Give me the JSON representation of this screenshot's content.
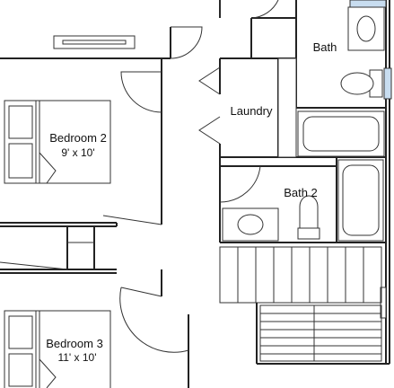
{
  "rooms": {
    "bedroom2": {
      "name": "Bedroom 2",
      "dims": "9' x 10'"
    },
    "bedroom3": {
      "name": "Bedroom 3",
      "dims": "11' x 10'"
    },
    "bath": {
      "name": "Bath"
    },
    "bath2": {
      "name": "Bath 2"
    },
    "laundry": {
      "name": "Laundry"
    }
  },
  "colors": {
    "wall": "#222222",
    "window_accent": "#c8ddf0",
    "background": "#ffffff"
  }
}
